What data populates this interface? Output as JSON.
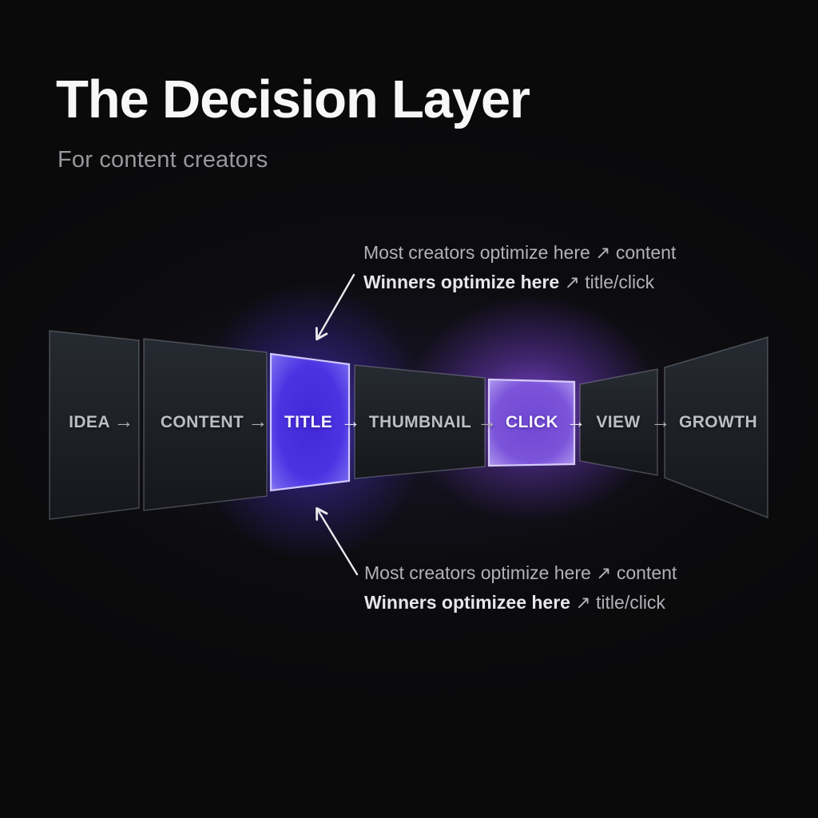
{
  "header": {
    "title": "The Decision Layer",
    "subtitle": "For content creators"
  },
  "pipeline": {
    "arrow_glyph": "→",
    "stages": [
      {
        "label": "IDEA",
        "highlighted": false
      },
      {
        "label": "CONTENT",
        "highlighted": false
      },
      {
        "label": "TITLE",
        "highlighted": true
      },
      {
        "label": "THUMBNAIL",
        "highlighted": false
      },
      {
        "label": "CLICK",
        "highlighted": true
      },
      {
        "label": "VIEW",
        "highlighted": false
      },
      {
        "label": "GROWTH",
        "highlighted": false
      }
    ]
  },
  "annotations": {
    "top": {
      "line1": "Most creators optimize here",
      "line1_arrow": "↗",
      "line1_target": "content",
      "line2": "Winners optimize here",
      "line2_arrow": "↗",
      "line2_target": "title/click"
    },
    "bottom": {
      "line1": "Most creators optimize here",
      "line1_arrow": "↗",
      "line1_target": "content",
      "line2": "Winners optimizee here",
      "line2_arrow": "↗",
      "line2_target": "title/click"
    }
  },
  "colors": {
    "background": "#0a0a0b",
    "panel_dark": "#1d2026",
    "title_panel_accent": "#4c33e2",
    "click_panel_accent": "#7b53da",
    "text_primary": "#f7f7f8",
    "text_muted": "#97989c",
    "stage_label": "#bdbec4"
  }
}
